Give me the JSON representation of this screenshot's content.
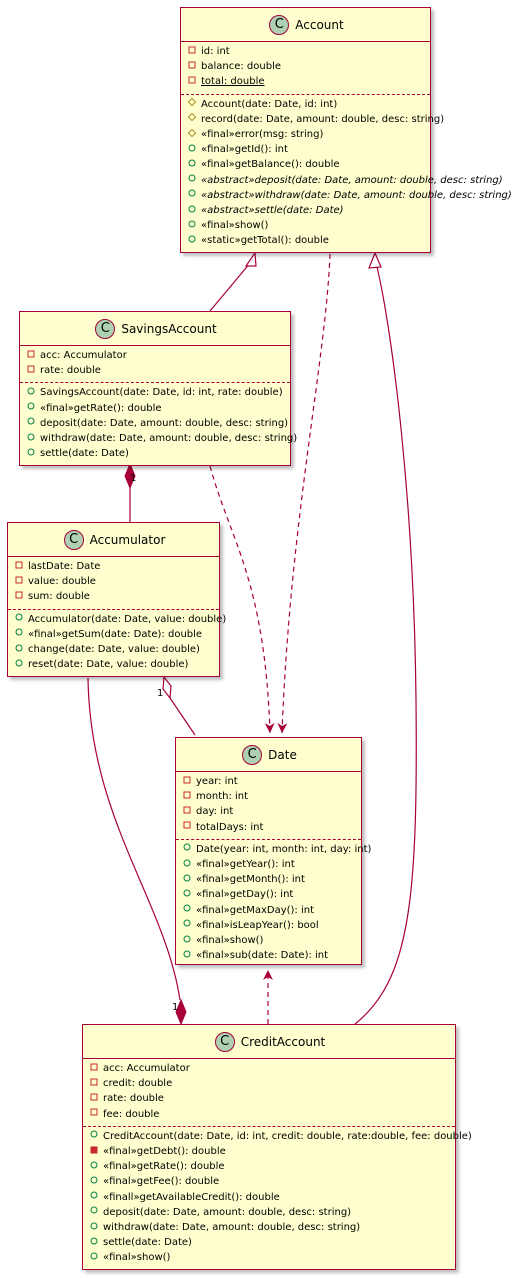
{
  "classes": {
    "account": {
      "name": "Account",
      "badge": "C",
      "fields": [
        {
          "vis": "private",
          "text": "id: int"
        },
        {
          "vis": "private",
          "text": "balance: double"
        },
        {
          "vis": "private",
          "text": "total: double",
          "static": true
        }
      ],
      "methods": [
        {
          "vis": "protected",
          "text": "Account(date: Date, id: int)"
        },
        {
          "vis": "protected",
          "text": "record(date: Date, amount: double, desc: string)"
        },
        {
          "vis": "protected",
          "text": "«final»error(msg: string)"
        },
        {
          "vis": "public",
          "text": "«final»getId(): int"
        },
        {
          "vis": "public",
          "text": "«final»getBalance(): double"
        },
        {
          "vis": "public",
          "text": "«abstract»deposit(date: Date, amount: double, desc: string)",
          "italic": true
        },
        {
          "vis": "public",
          "text": "«abstract»withdraw(date: Date, amount: double, desc: string)",
          "italic": true
        },
        {
          "vis": "public",
          "text": "«abstract»settle(date: Date)",
          "italic": true
        },
        {
          "vis": "public",
          "text": "«final»show()"
        },
        {
          "vis": "public",
          "text": "«static»getTotal(): double"
        }
      ]
    },
    "savings": {
      "name": "SavingsAccount",
      "badge": "C",
      "fields": [
        {
          "vis": "private",
          "text": "acc: Accumulator"
        },
        {
          "vis": "private",
          "text": "rate: double"
        }
      ],
      "methods": [
        {
          "vis": "public",
          "text": "SavingsAccount(date: Date, id: int, rate: double)"
        },
        {
          "vis": "public",
          "text": "«final»getRate(): double"
        },
        {
          "vis": "public",
          "text": "deposit(date: Date, amount: double, desc: string)"
        },
        {
          "vis": "public",
          "text": "withdraw(date: Date, amount: double, desc: string)"
        },
        {
          "vis": "public",
          "text": "settle(date: Date)"
        }
      ]
    },
    "accumulator": {
      "name": "Accumulator",
      "badge": "C",
      "fields": [
        {
          "vis": "private",
          "text": "lastDate: Date"
        },
        {
          "vis": "private",
          "text": "value: double"
        },
        {
          "vis": "private",
          "text": "sum: double"
        }
      ],
      "methods": [
        {
          "vis": "public",
          "text": "Accumulator(date: Date, value: double)"
        },
        {
          "vis": "public",
          "text": "«final»getSum(date: Date): double"
        },
        {
          "vis": "public",
          "text": "change(date: Date, value: double)"
        },
        {
          "vis": "public",
          "text": "reset(date: Date, value: double)"
        }
      ]
    },
    "date": {
      "name": "Date",
      "badge": "C",
      "fields": [
        {
          "vis": "private",
          "text": "year: int"
        },
        {
          "vis": "private",
          "text": "month: int"
        },
        {
          "vis": "private",
          "text": "day: int"
        },
        {
          "vis": "private",
          "text": "totalDays: int"
        }
      ],
      "methods": [
        {
          "vis": "public",
          "text": "Date(year: int, month: int, day: int)"
        },
        {
          "vis": "public",
          "text": "«final»getYear(): int"
        },
        {
          "vis": "public",
          "text": "«final»getMonth(): int"
        },
        {
          "vis": "public",
          "text": "«final»getDay(): int"
        },
        {
          "vis": "public",
          "text": "«final»getMaxDay(): int"
        },
        {
          "vis": "public",
          "text": "«final»isLeapYear(): bool"
        },
        {
          "vis": "public",
          "text": "«final»show()"
        },
        {
          "vis": "public",
          "text": "«final»sub(date: Date): int"
        }
      ]
    },
    "credit": {
      "name": "CreditAccount",
      "badge": "C",
      "fields": [
        {
          "vis": "private",
          "text": "acc: Accumulator"
        },
        {
          "vis": "private",
          "text": "credit: double"
        },
        {
          "vis": "private",
          "text": "rate: double"
        },
        {
          "vis": "private",
          "text": "fee: double"
        }
      ],
      "methods": [
        {
          "vis": "public",
          "text": "CreditAccount(date: Date, id: int, credit: double, rate:double, fee: double)"
        },
        {
          "vis": "private_method",
          "text": "«final»getDebt(): double"
        },
        {
          "vis": "public",
          "text": "«final»getRate(): double"
        },
        {
          "vis": "public",
          "text": "«final»getFee(): double"
        },
        {
          "vis": "public",
          "text": "«finall»getAvailableCredit(): double"
        },
        {
          "vis": "public",
          "text": "deposit(date: Date, amount: double, desc: string)"
        },
        {
          "vis": "public",
          "text": "withdraw(date: Date, amount: double, desc: string)"
        },
        {
          "vis": "public",
          "text": "settle(date: Date)"
        },
        {
          "vis": "public",
          "text": "«final»show()"
        }
      ]
    }
  },
  "multiplicities": {
    "savings_acc": "1",
    "accumulator_date": "1",
    "credit_acc": "1"
  },
  "colors": {
    "border": "#a80036",
    "fill": "#fefece",
    "badge": "#add1b2",
    "private": "#c82930",
    "protected": "#b38d22",
    "public": "#038048"
  }
}
